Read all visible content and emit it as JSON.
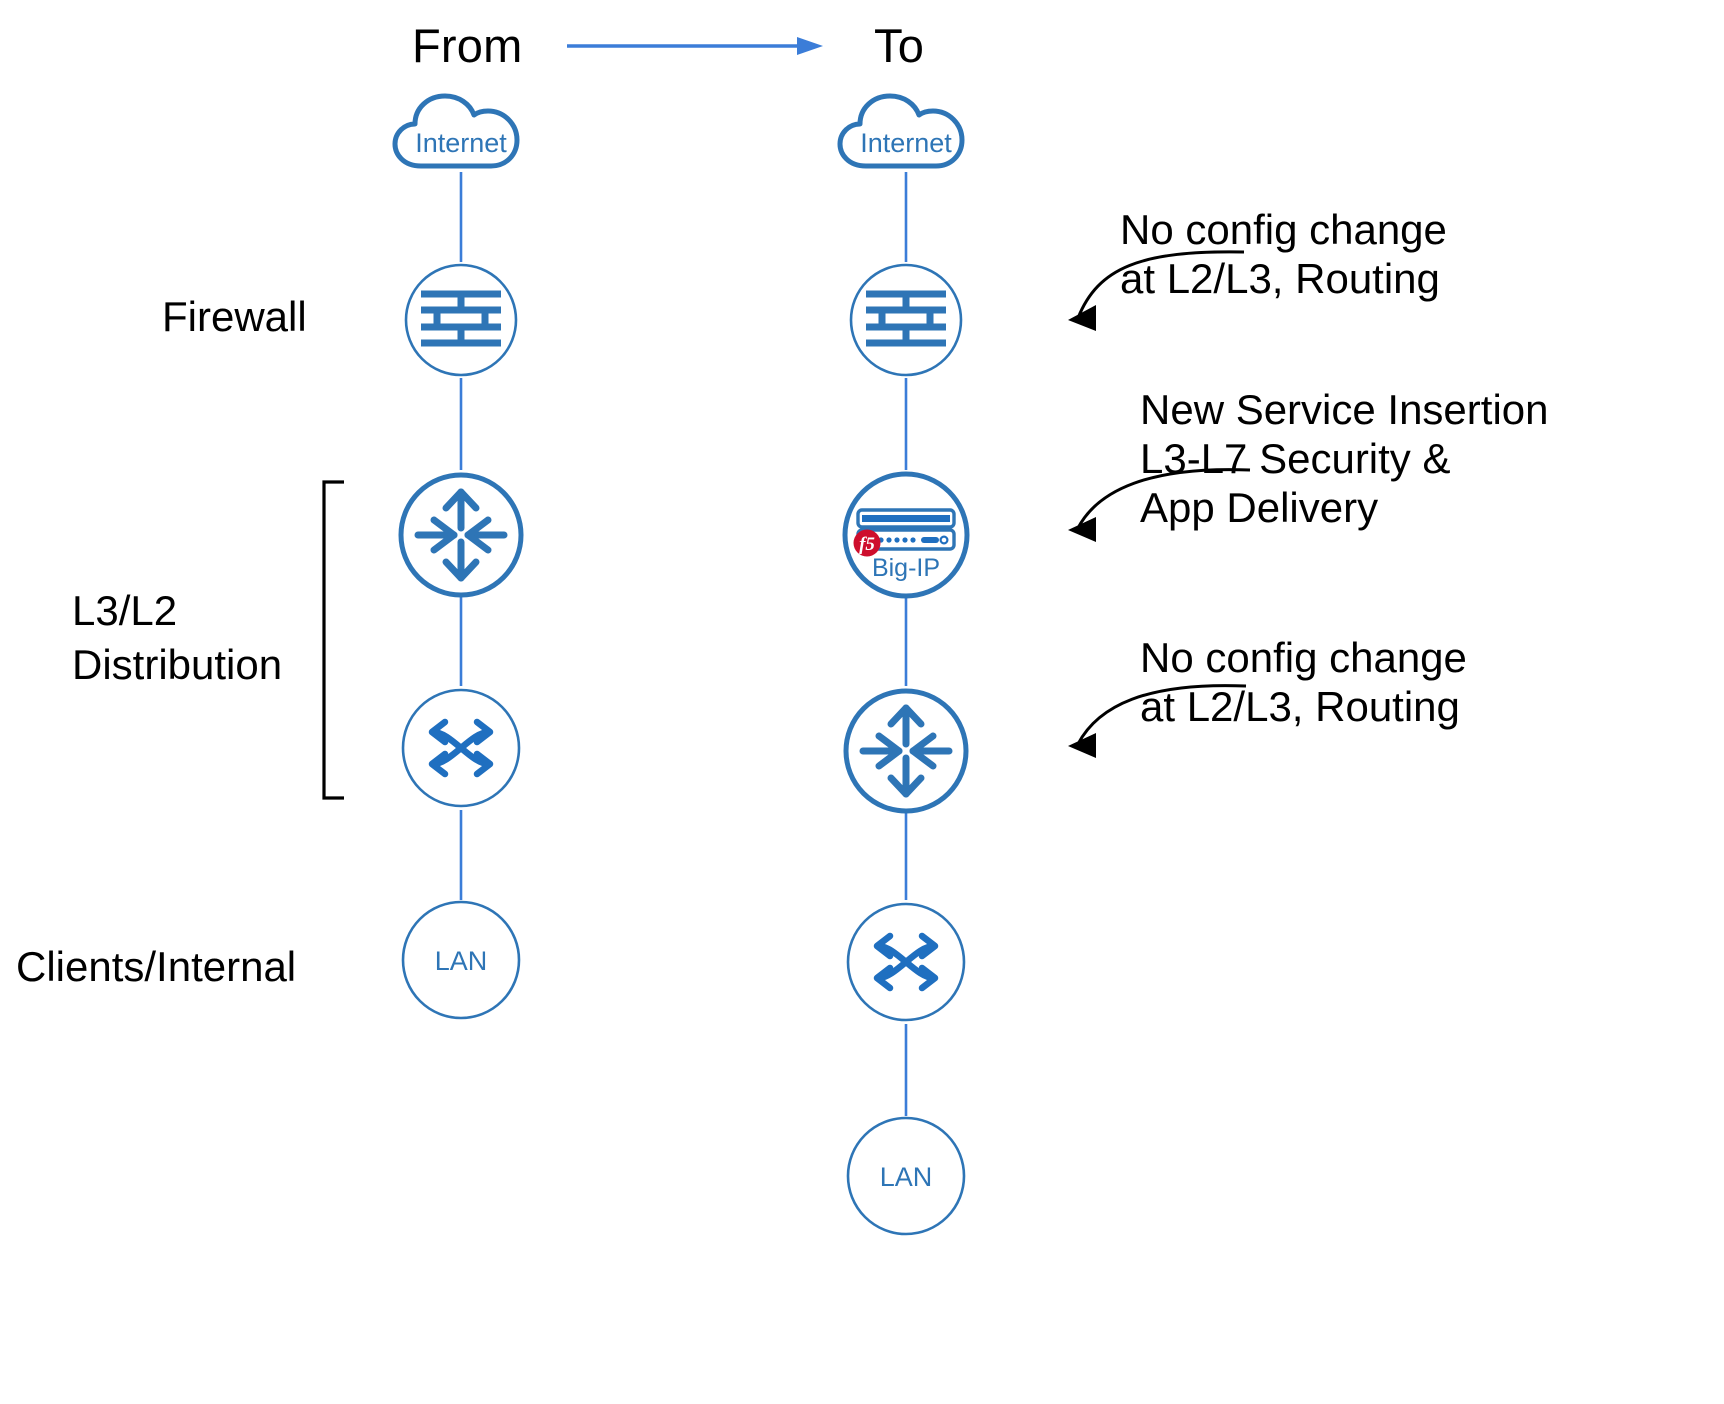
{
  "diagram": {
    "title_from": "From",
    "title_to": "To",
    "arrow": "transition-arrow",
    "colors": {
      "node_blue": "#2E75B6",
      "node_blue_dark": "#1F6FC0",
      "accent_blue": "#1F6FC0",
      "f5_red": "#CE0E2D",
      "text_black": "#000000",
      "link_blue": "#3B7DD8"
    },
    "row_labels": [
      {
        "id": "firewall",
        "text": "Firewall"
      },
      {
        "id": "distribution",
        "line1": "L3/L2",
        "line2": "Distribution"
      },
      {
        "id": "clients",
        "text": "Clients/Internal"
      }
    ],
    "from_column": {
      "label": "From",
      "nodes": [
        {
          "id": "internet-cloud",
          "icon": "cloud-icon",
          "label": "Internet"
        },
        {
          "id": "firewall",
          "icon": "firewall-brick-icon",
          "label": ""
        },
        {
          "id": "router",
          "icon": "router-icon",
          "label": ""
        },
        {
          "id": "switch",
          "icon": "switch-icon",
          "label": ""
        },
        {
          "id": "lan",
          "icon": "circle-icon",
          "label": "LAN"
        }
      ]
    },
    "to_column": {
      "label": "To",
      "nodes": [
        {
          "id": "internet-cloud",
          "icon": "cloud-icon",
          "label": "Internet"
        },
        {
          "id": "firewall",
          "icon": "firewall-brick-icon",
          "label": ""
        },
        {
          "id": "bigip",
          "icon": "f5-bigip-appliance-icon",
          "label": "Big-IP"
        },
        {
          "id": "router",
          "icon": "router-icon",
          "label": ""
        },
        {
          "id": "switch",
          "icon": "switch-icon",
          "label": ""
        },
        {
          "id": "lan",
          "icon": "circle-icon",
          "label": "LAN"
        }
      ]
    },
    "annotations": [
      {
        "id": "annot-firewall",
        "line1": "No config change",
        "line2": "at L2/L3, Routing"
      },
      {
        "id": "annot-bigip",
        "line1": "New Service Insertion",
        "line2": "L3-L7 Security &",
        "line3": "App Delivery"
      },
      {
        "id": "annot-router",
        "line1": "No config change",
        "line2": "at L2/L3, Routing"
      }
    ]
  }
}
